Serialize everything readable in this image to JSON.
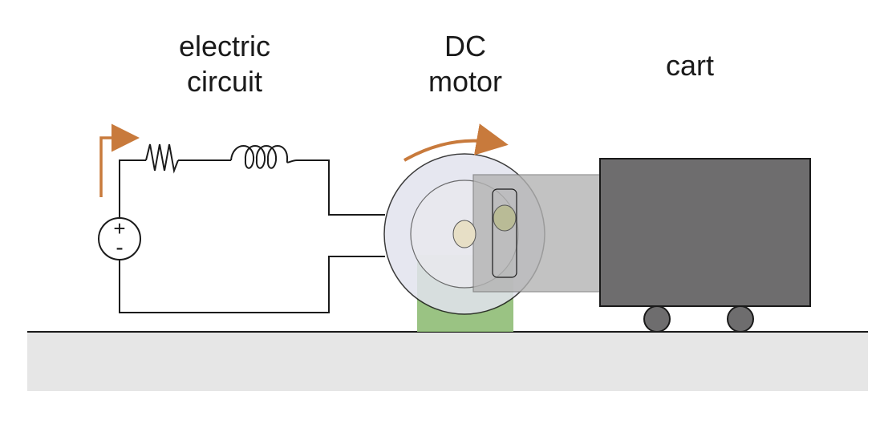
{
  "labels": {
    "electric_circuit": [
      "electric",
      "circuit"
    ],
    "dc_motor": [
      "DC",
      "motor"
    ],
    "cart": "cart"
  },
  "source_symbols": {
    "plus": "+",
    "minus": "-"
  },
  "colors": {
    "arrow": "#c87a3c",
    "ground": "#e6e6e6",
    "motor_disc": "#e2e3ee",
    "motor_mount": "#8fbd76",
    "shaft_housing": "#b3b3b3",
    "cart_body": "#6e6d6e",
    "wheel": "#6e6d6e",
    "axle": "#e7dfc6",
    "crank_pin": "#b9bb96"
  },
  "icons": [
    "current-arrow-icon",
    "resistor-icon",
    "inductor-icon",
    "voltage-source-icon",
    "rotation-arrow-icon"
  ]
}
